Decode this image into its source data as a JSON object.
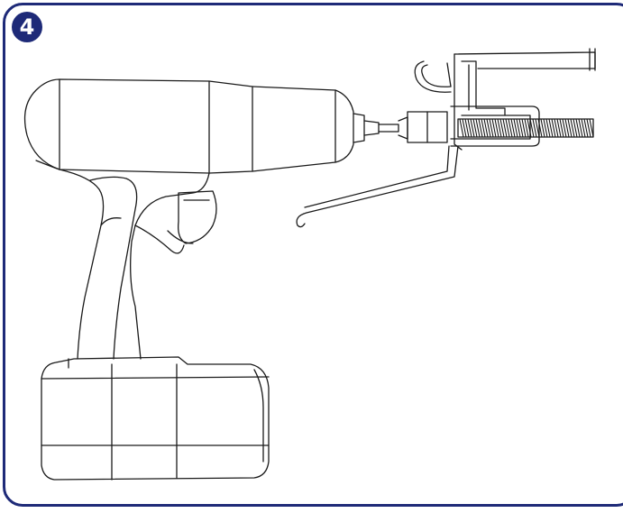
{
  "step": {
    "number": "4"
  },
  "colors": {
    "frame": "#1e2a78",
    "badge_bg": "#1e2a78",
    "badge_text": "#ffffff",
    "line_art": "#1a1a1a"
  },
  "illustration": {
    "depicts": [
      "cordless-drill",
      "battery-pack",
      "drive-bit",
      "threaded-rod",
      "wall-bracket",
      "hook-arm"
    ]
  }
}
